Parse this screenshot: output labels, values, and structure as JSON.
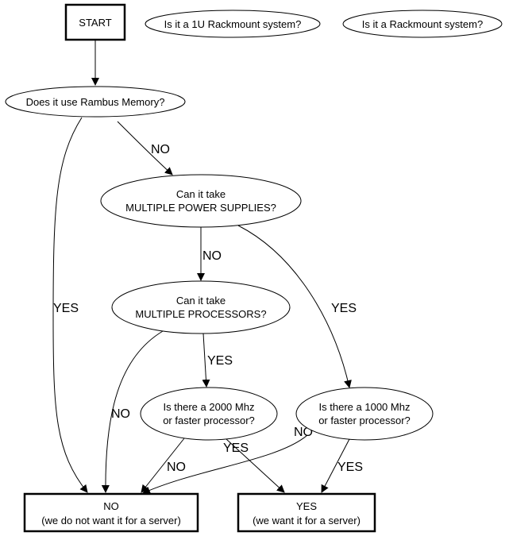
{
  "nodes": {
    "start": "START",
    "rack1u": "Is it a 1U Rackmount system?",
    "rack": "Is it a Rackmount system?",
    "rambus": "Does it use Rambus Memory?",
    "power": [
      "Can it take",
      "MULTIPLE POWER SUPPLIES?"
    ],
    "procs": [
      "Can it take",
      "MULTIPLE PROCESSORS?"
    ],
    "mhz2000": [
      "Is there a 2000 Mhz",
      "or faster processor?"
    ],
    "mhz1000": [
      "Is there a 1000 Mhz",
      "or faster processor?"
    ],
    "no_result": [
      "NO",
      "(we do not want it for a server)"
    ],
    "yes_result": [
      "YES",
      "(we want it for a server)"
    ]
  },
  "edges": {
    "rambus_yes": "YES",
    "rambus_no": "NO",
    "power_no": "NO",
    "power_yes": "YES",
    "procs_no": "NO",
    "procs_yes": "YES",
    "mhz2000_no": "NO",
    "mhz2000_yes": "YES",
    "mhz1000_no": "NO",
    "mhz1000_yes": "YES"
  }
}
